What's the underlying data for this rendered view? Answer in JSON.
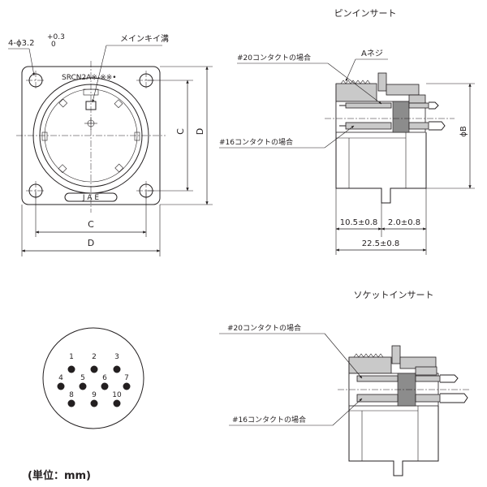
{
  "front_view": {
    "hole_label": "4-ϕ3.2",
    "hole_tol_upper": "+0.3",
    "hole_tol_lower": "0",
    "key_groove_label": "メインキイ溝",
    "model_label": "SRCN2A※-※※•",
    "brand_label": "J A E",
    "dim_c_vertical": "C",
    "dim_d_vertical": "D",
    "dim_c_horizontal": "C",
    "dim_d_horizontal": "D"
  },
  "pin_insert": {
    "title": "ピンインサート",
    "contact20_label": "#20コンタクトの場合",
    "contact16_label": "#16コンタクトの場合",
    "thread_label": "Aネジ",
    "dia_b_label": "ϕB",
    "dim_left": "10.5±0.8",
    "dim_right": "2.0±0.8",
    "dim_total": "22.5±0.8"
  },
  "socket_insert": {
    "title": "ソケットインサート",
    "contact20_label": "#20コンタクトの場合",
    "contact16_label": "#16コンタクトの場合"
  },
  "pin_layout": {
    "pins": [
      "1",
      "2",
      "3",
      "4",
      "5",
      "6",
      "7",
      "8",
      "9",
      "10"
    ]
  },
  "unit_note": "(単位：mm)"
}
